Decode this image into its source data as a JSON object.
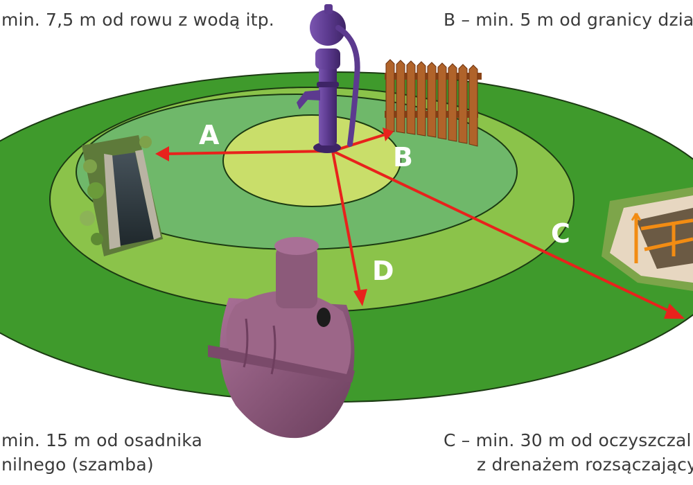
{
  "captions": {
    "top_left": "min. 7,5 m od rowu z wodą itp.",
    "top_right": "B – min. 5 m od granicy dzia",
    "bottom_left_line1": "min. 15 m od osadnika",
    "bottom_left_line2": "nilnego (szamba)",
    "bottom_right_line1": "C – min. 30 m od oczyszczal",
    "bottom_right_line2": "z drenażem rozsączający"
  },
  "arrow_labels": {
    "a": "A",
    "b": "B",
    "c": "C",
    "d": "D"
  },
  "colors": {
    "outer_ring": "#3f9a2c",
    "ring_2": "#8bc34a",
    "ring_3": "#6fb86a",
    "inner_disc": "#c9de6a",
    "ring_stroke": "#1b3a12",
    "arrow": "#e8221c",
    "pump": "#5c3a8f",
    "tank": "#8c5a7a",
    "fence": "#a65a22"
  },
  "icons": [
    "water-pump-icon",
    "fence-icon",
    "ditch-icon",
    "septic-tank-icon",
    "drainage-trench-icon"
  ]
}
